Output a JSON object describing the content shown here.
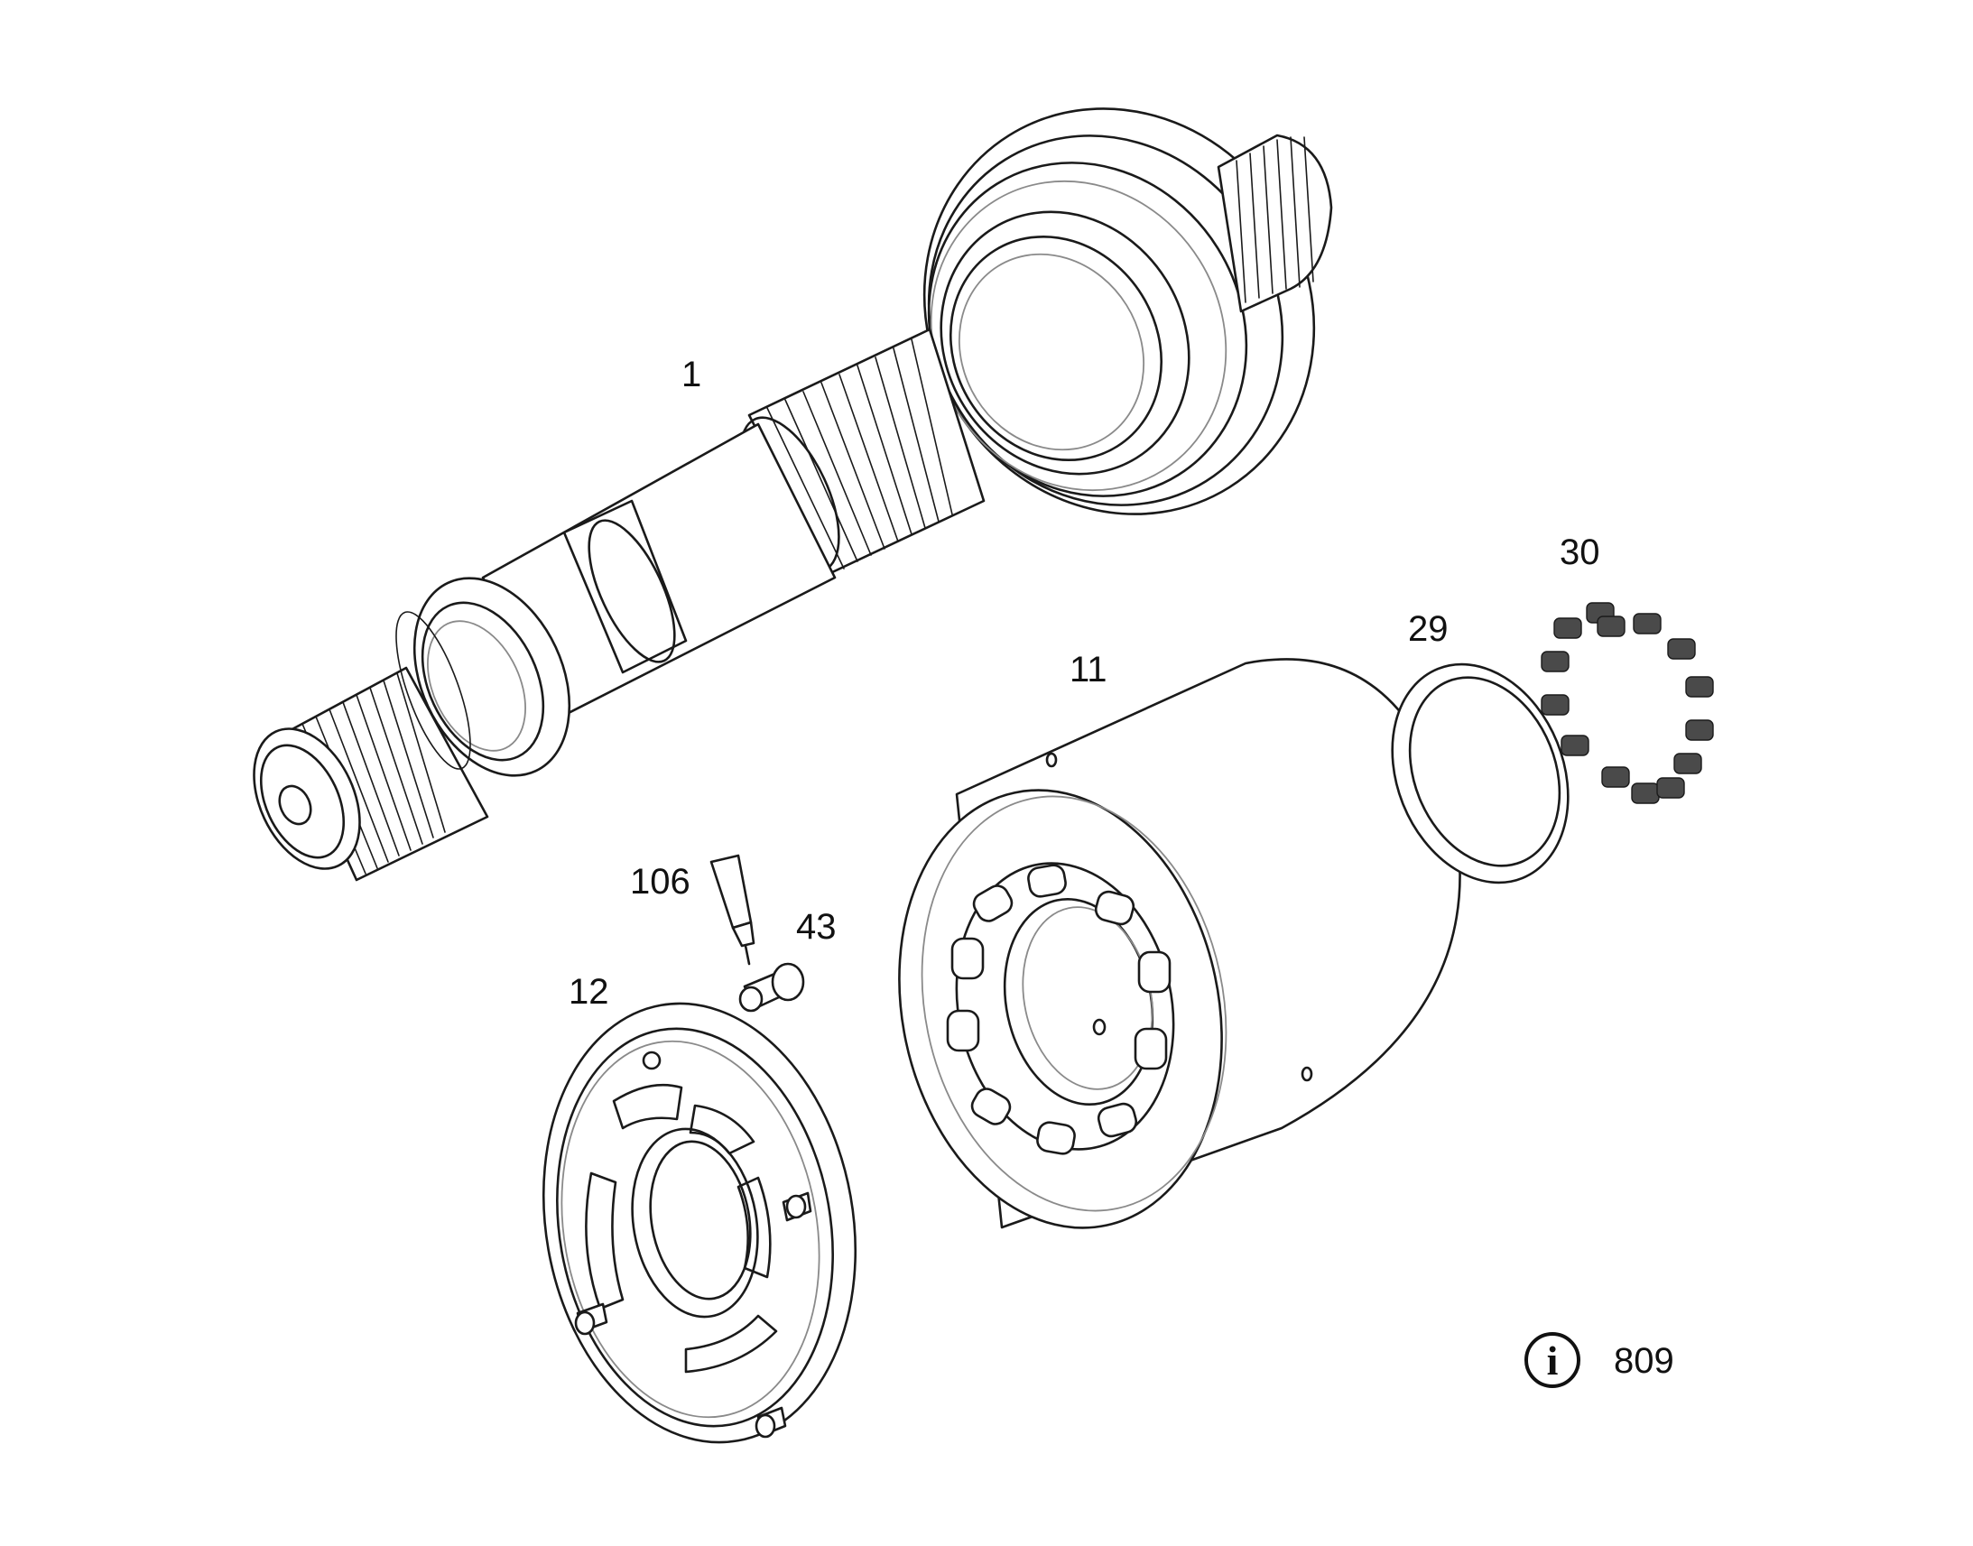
{
  "callouts": [
    {
      "id": "1",
      "label": "1"
    },
    {
      "id": "11",
      "label": "11"
    },
    {
      "id": "12",
      "label": "12"
    },
    {
      "id": "29",
      "label": "29"
    },
    {
      "id": "30",
      "label": "30"
    },
    {
      "id": "43",
      "label": "43"
    },
    {
      "id": "106",
      "label": "106"
    }
  ],
  "info": {
    "icon": "info-icon",
    "glyph": "i",
    "number": "809"
  }
}
